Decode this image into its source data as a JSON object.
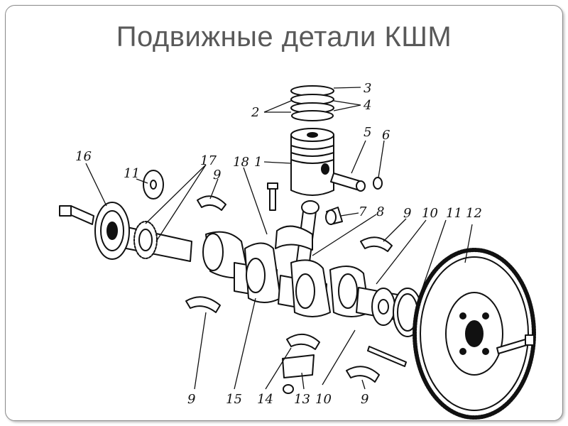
{
  "title": "Подвижные детали КШМ",
  "labels": [
    "1",
    "2",
    "3",
    "4",
    "5",
    "6",
    "7",
    "8",
    "9",
    "10",
    "11",
    "12",
    "13",
    "14",
    "15",
    "16",
    "17",
    "18"
  ],
  "colors": {
    "ink": "#111111",
    "title": "#595959",
    "frame": "#8a8a8a"
  }
}
